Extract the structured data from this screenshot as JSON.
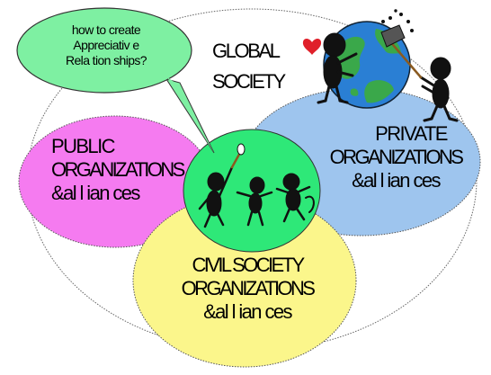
{
  "bubble": {
    "lines": [
      "how to create",
      "Appreciativ e",
      "Rela tion ships?"
    ]
  },
  "global": {
    "lines": [
      "GLOBAL",
      "SOCIETY"
    ]
  },
  "public": {
    "lines": [
      "PUBLIC",
      "ORGANIZATIONS",
      "&al l ian ces"
    ]
  },
  "private": {
    "lines": [
      "PRIVATE",
      "ORGANIZATIONS",
      "&al l ian ces"
    ]
  },
  "civil": {
    "lines": [
      "CIVIL SOCIETY",
      "ORGANIZATIONS",
      "&al l ian ces"
    ]
  },
  "colors": {
    "public_fill": "#f57bf0",
    "private_fill": "#9ec5ee",
    "civil_fill": "#fbf68b",
    "center_fill": "#2ee878",
    "bubble_fill": "#7ef0a2",
    "globe_ocean": "#2a7fd4",
    "globe_land": "#3aa84a",
    "heart": "#e0202a"
  }
}
